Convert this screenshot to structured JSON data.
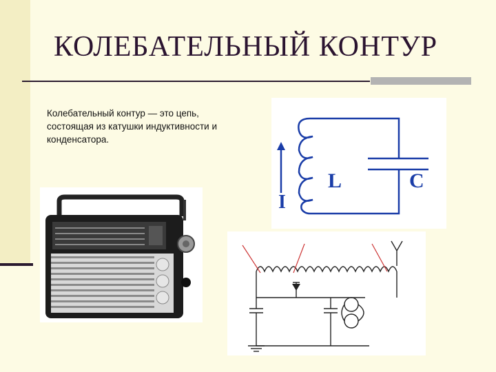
{
  "slide": {
    "title": "КОЛЕБАТЕЛЬНЫЙ КОНТУР",
    "body_text": "Колебательный контур — это цепь, состоящая из катушки индуктивности и конденсатора."
  },
  "lc_diagram": {
    "label_L": "L",
    "label_C": "C",
    "label_I": "I"
  },
  "colors": {
    "title": "#2b1430",
    "background": "#fdfbe4",
    "diagram_blue": "#1a3da8",
    "schematic_red": "#cc3333"
  }
}
